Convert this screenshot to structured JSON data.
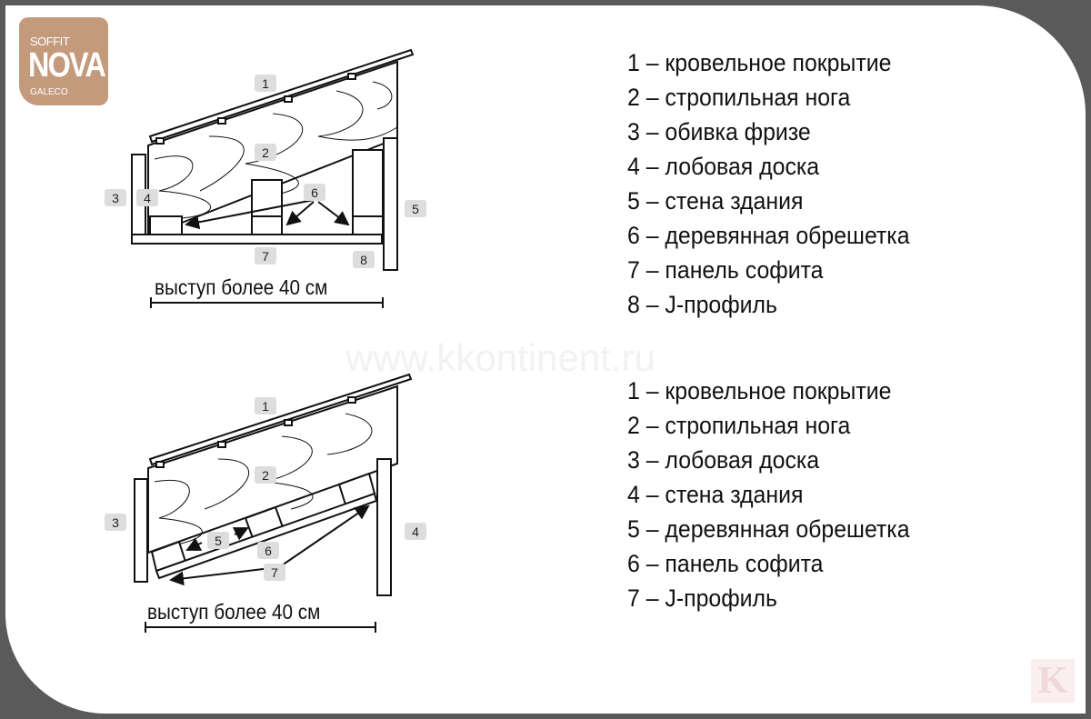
{
  "logo": {
    "line1": "SOFFIT",
    "line2": "NOVA",
    "line3": "GALECO"
  },
  "watermark": "www.kkontinent.ru",
  "corner_badge": "K",
  "diagram_top": {
    "labels": [
      "1",
      "2",
      "3",
      "4",
      "5",
      "6",
      "7",
      "8"
    ],
    "dimension": "выступ более 40 см",
    "legend": [
      "1 – кровельное покрытие",
      "2 – стропильная нога",
      "3 – обивка фризе",
      "4 – лобовая доска",
      "5 – стена здания",
      "6 – деревянная обрешетка",
      "7 – панель софита",
      "8 – J-профиль"
    ]
  },
  "diagram_bottom": {
    "labels": [
      "1",
      "2",
      "3",
      "4",
      "5",
      "6",
      "7"
    ],
    "dimension": "выступ более 40 см",
    "legend": [
      "1 – кровельное покрытие",
      "2 – стропильная нога",
      "3 – лобовая доска",
      "4 – стена здания",
      "5 – деревянная обрешетка",
      "6 – панель софита",
      "7 – J-профиль"
    ]
  }
}
